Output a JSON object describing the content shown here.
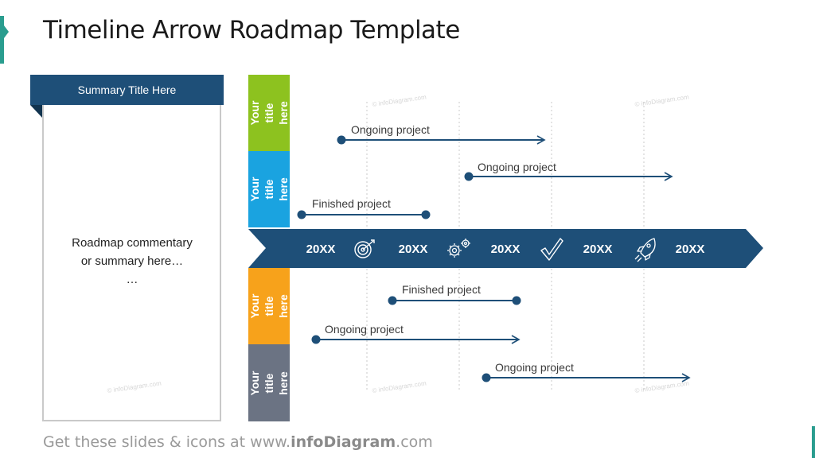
{
  "title": "Timeline Arrow Roadmap Template",
  "summary": {
    "title": "Summary Title Here",
    "lines": [
      "Roadmap commentary",
      "or summary here…",
      "…"
    ]
  },
  "bands": [
    {
      "label": "Your title here",
      "color": "#8dc21f"
    },
    {
      "label": "Your title here",
      "color": "#1aa3e0"
    },
    {
      "label": "Your title here",
      "color": "#f7a21b"
    },
    {
      "label": "Your title here",
      "color": "#6b7383"
    }
  ],
  "timeline": {
    "color": "#1e4f78",
    "years": [
      "20XX",
      "20XX",
      "20XX",
      "20XX",
      "20XX"
    ],
    "icons": [
      "target-icon",
      "gears-icon",
      "checkmark-icon",
      "rocket-icon"
    ]
  },
  "projects": [
    {
      "label": "Ongoing project",
      "type": "ongoing"
    },
    {
      "label": "Ongoing project",
      "type": "ongoing"
    },
    {
      "label": "Finished project",
      "type": "finished"
    },
    {
      "label": "Finished project",
      "type": "finished"
    },
    {
      "label": "Ongoing project",
      "type": "ongoing"
    },
    {
      "label": "Ongoing project",
      "type": "ongoing"
    }
  ],
  "watermark": "© infoDiagram.com",
  "footer": {
    "prefix": "Get these slides & icons at www.",
    "brand": "infoDiagram",
    "suffix": ".com"
  },
  "colors": {
    "line": "#1e4f78",
    "accent": "#2a9d8f"
  }
}
